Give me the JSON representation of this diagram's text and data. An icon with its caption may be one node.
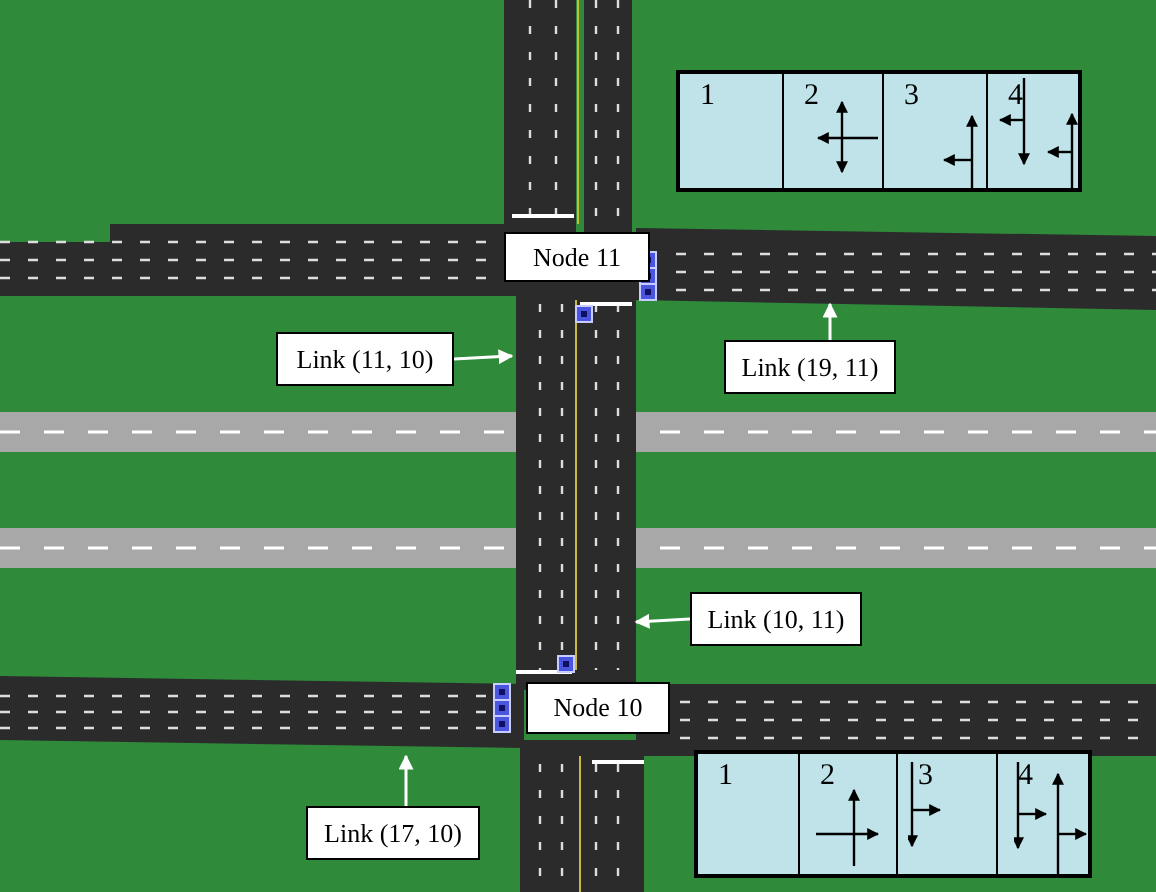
{
  "diagram": {
    "nodes": [
      {
        "text": [
          "Node 11"
        ]
      },
      {
        "text": [
          "Link (11, 10)"
        ]
      },
      {
        "text": [
          "Link (19, 11)"
        ]
      },
      {
        "text": [
          "Link (10, 11)"
        ]
      },
      {
        "text": [
          "Node 10"
        ]
      },
      {
        "text": [
          "Link (17, 10)"
        ]
      },
      {
        "text": [],
        "shape": "box"
      },
      {
        "text": [
          "1"
        ],
        "in": 6
      },
      {
        "text": [
          "2"
        ],
        "in": 6
      },
      {
        "text": [
          "3"
        ],
        "in": 6
      },
      {
        "text": [
          "4"
        ],
        "in": 6
      },
      {
        "text": [],
        "shape": "box"
      },
      {
        "text": [
          "1"
        ],
        "in": 11
      },
      {
        "text": [
          "2"
        ],
        "in": 11
      },
      {
        "text": [
          "3"
        ],
        "in": 11
      },
      {
        "text": [
          "4"
        ],
        "in": 11
      }
    ],
    "edges": [
      {
        "from": 1,
        "to": null,
        "arrow": "to"
      },
      {
        "from": 2,
        "to": null,
        "arrow": "to"
      },
      {
        "from": 3,
        "to": null,
        "arrow": "to"
      },
      {
        "from": 5,
        "to": null,
        "arrow": "to"
      }
    ]
  }
}
